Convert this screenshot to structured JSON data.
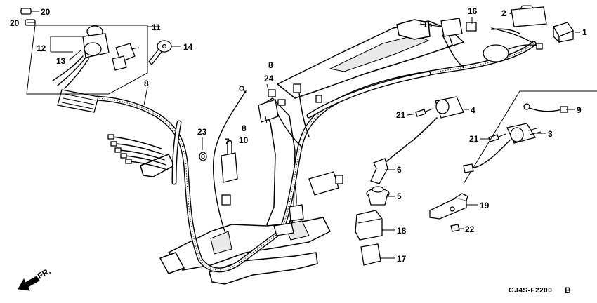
{
  "diagram": {
    "callouts": {
      "c1": "1",
      "c2": "2",
      "c3": "3",
      "c4": "4",
      "c5": "5",
      "c6": "6",
      "c7": "7",
      "c8a": "8",
      "c8b": "8",
      "c8c": "8",
      "c9": "9",
      "c10": "10",
      "c11": "11",
      "c12": "12",
      "c13": "13",
      "c14": "14",
      "c15": "15",
      "c16": "16",
      "c17": "17",
      "c18": "18",
      "c19": "19",
      "c20a": "20",
      "c20b": "20",
      "c21a": "21",
      "c21b": "21",
      "c22": "22",
      "c23": "23",
      "c24": "24"
    },
    "direction_label": "FR.",
    "drawing_code": "GJ4S-F2200",
    "drawing_suffix": "B"
  }
}
